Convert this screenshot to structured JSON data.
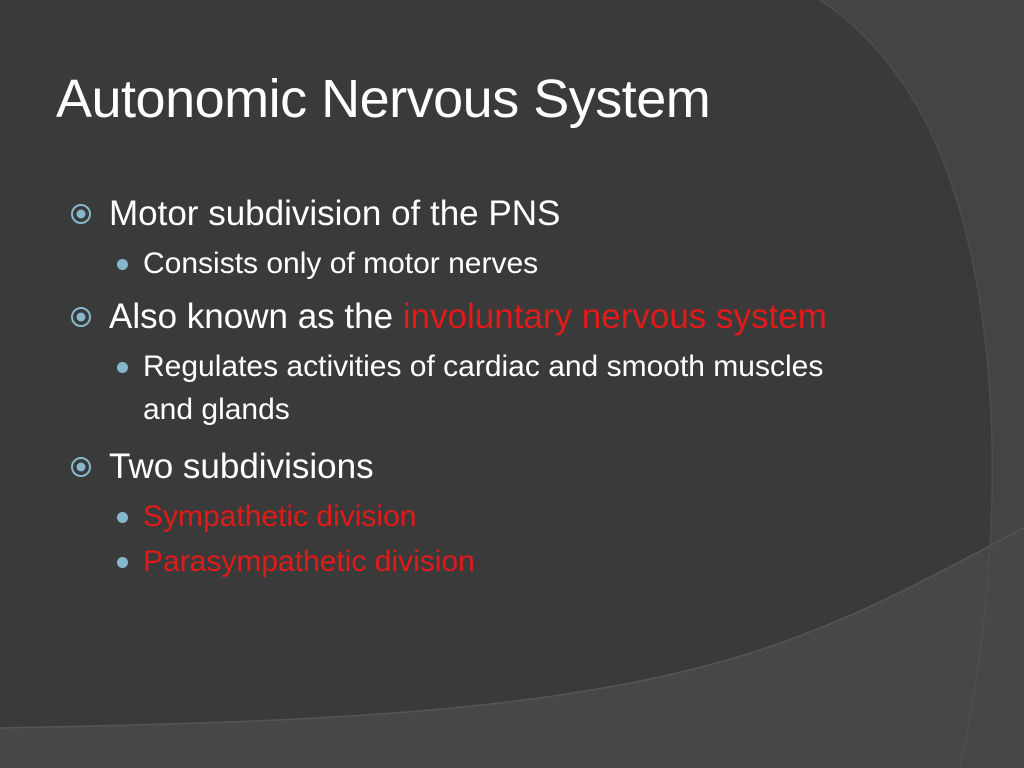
{
  "slide": {
    "title": "Autonomic Nervous System",
    "bullets": [
      {
        "text": "Motor subdivision of the PNS",
        "sub": [
          "Consists only of motor nerves"
        ]
      },
      {
        "text_before": "Also known as the ",
        "text_highlight": "involuntary nervous system",
        "sub": [
          "Regulates activities of cardiac and smooth muscles and glands"
        ]
      },
      {
        "text": "Two subdivisions",
        "sub": [
          "Sympathetic division",
          "Parasympathetic division"
        ]
      }
    ]
  },
  "colors": {
    "background": "#3a3a3a",
    "text": "#ffffff",
    "highlight": "#e11a1a",
    "bullet_accent": "#86b8cc"
  },
  "icons": {
    "level1_bullet": "circled-dot-icon",
    "level2_bullet": "dot-icon"
  }
}
